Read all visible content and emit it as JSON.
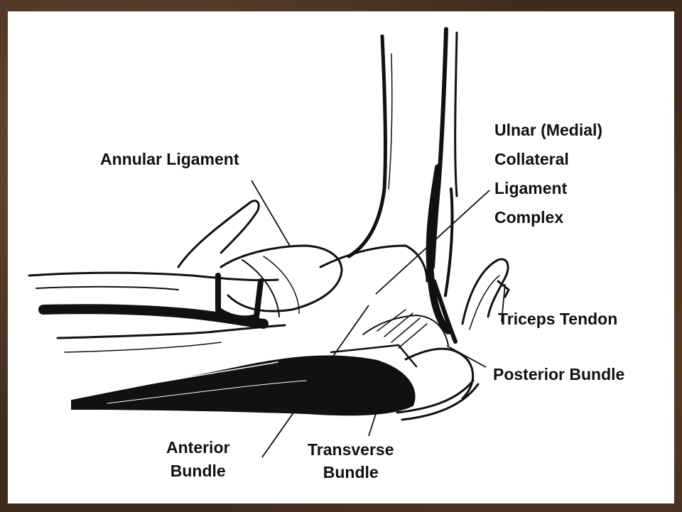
{
  "labels": {
    "annular_ligament": "Annular Ligament",
    "ucl_complex": [
      "Ulnar (Medial)",
      "Collateral",
      "Ligament",
      "Complex"
    ],
    "triceps_tendon": "Triceps Tendon",
    "posterior_bundle": "Posterior Bundle",
    "anterior_bundle": [
      "Anterior",
      "Bundle"
    ],
    "transverse_bundle": [
      "Transverse",
      "Bundle"
    ]
  },
  "colors": {
    "frame": "#3e2b1d",
    "background": "#ffffff",
    "ink": "#111111"
  }
}
